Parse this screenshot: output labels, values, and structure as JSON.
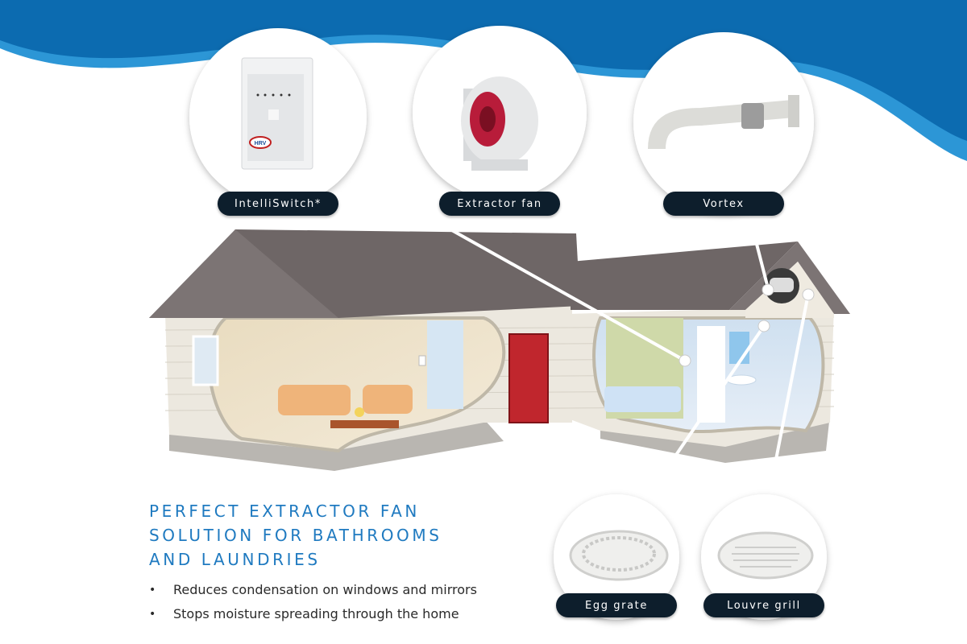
{
  "colors": {
    "wave_dark": "#0c6bb0",
    "wave_light": "#2c96d6",
    "label_bg": "#0d1e2c",
    "heading": "#1f7ac0",
    "roof": "#6e6666",
    "wall": "#ece8df"
  },
  "callouts": {
    "intelliswitch": {
      "label": "IntelliSwitch*",
      "logo_text": "HRV"
    },
    "extractor_fan": {
      "label": "Extractor fan"
    },
    "vortex": {
      "label": "Vortex"
    },
    "egg_grate": {
      "label": "Egg grate"
    },
    "louvre_grill": {
      "label": "Louvre grill"
    }
  },
  "heading": {
    "lines": [
      "PERFECT EXTRACTOR FAN",
      "SOLUTION FOR BATHROOMS",
      "AND LAUNDRIES"
    ]
  },
  "bullets": [
    "Reduces condensation on windows and mirrors",
    "Stops moisture spreading through the home"
  ]
}
